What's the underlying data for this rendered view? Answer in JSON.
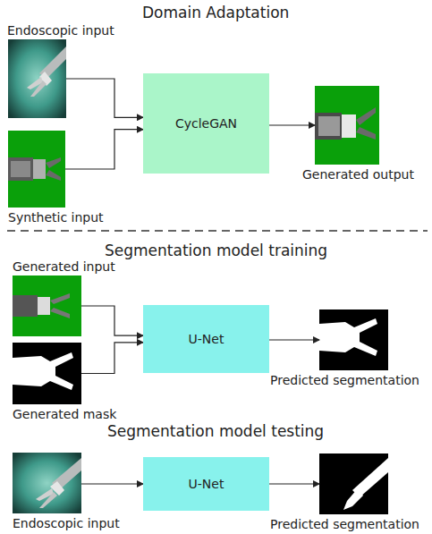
{
  "diagram": {
    "nodes": [
      {
        "text": [
          "Endoscopic input"
        ]
      },
      {
        "text": [
          "Synthetic input"
        ]
      },
      {
        "text": [
          "CycleGAN"
        ]
      },
      {
        "text": [
          "Generated output"
        ]
      },
      {
        "text": [
          "Generated input"
        ]
      },
      {
        "text": [
          "Generated mask"
        ]
      },
      {
        "text": [
          "U-Net"
        ]
      },
      {
        "text": [
          "Predicted segmentation"
        ]
      },
      {
        "text": [
          "Endoscopic input"
        ]
      },
      {
        "text": [
          "U-Net"
        ]
      },
      {
        "text": [
          "Predicted segmentation"
        ]
      }
    ],
    "edges": [
      {
        "from": 0,
        "to": 2,
        "arrow": "to"
      },
      {
        "from": 1,
        "to": 2,
        "arrow": "to"
      },
      {
        "from": 2,
        "to": 3,
        "arrow": "to"
      },
      {
        "from": 4,
        "to": 6,
        "arrow": "to"
      },
      {
        "from": 5,
        "to": 6,
        "arrow": "to"
      },
      {
        "from": 6,
        "to": 7,
        "arrow": "to"
      },
      {
        "from": 8,
        "to": 9,
        "arrow": "to"
      },
      {
        "from": 9,
        "to": 10,
        "arrow": "to"
      }
    ],
    "labels": [
      "Domain Adaptation",
      "Segmentation model training",
      "Segmentation model testing"
    ]
  }
}
